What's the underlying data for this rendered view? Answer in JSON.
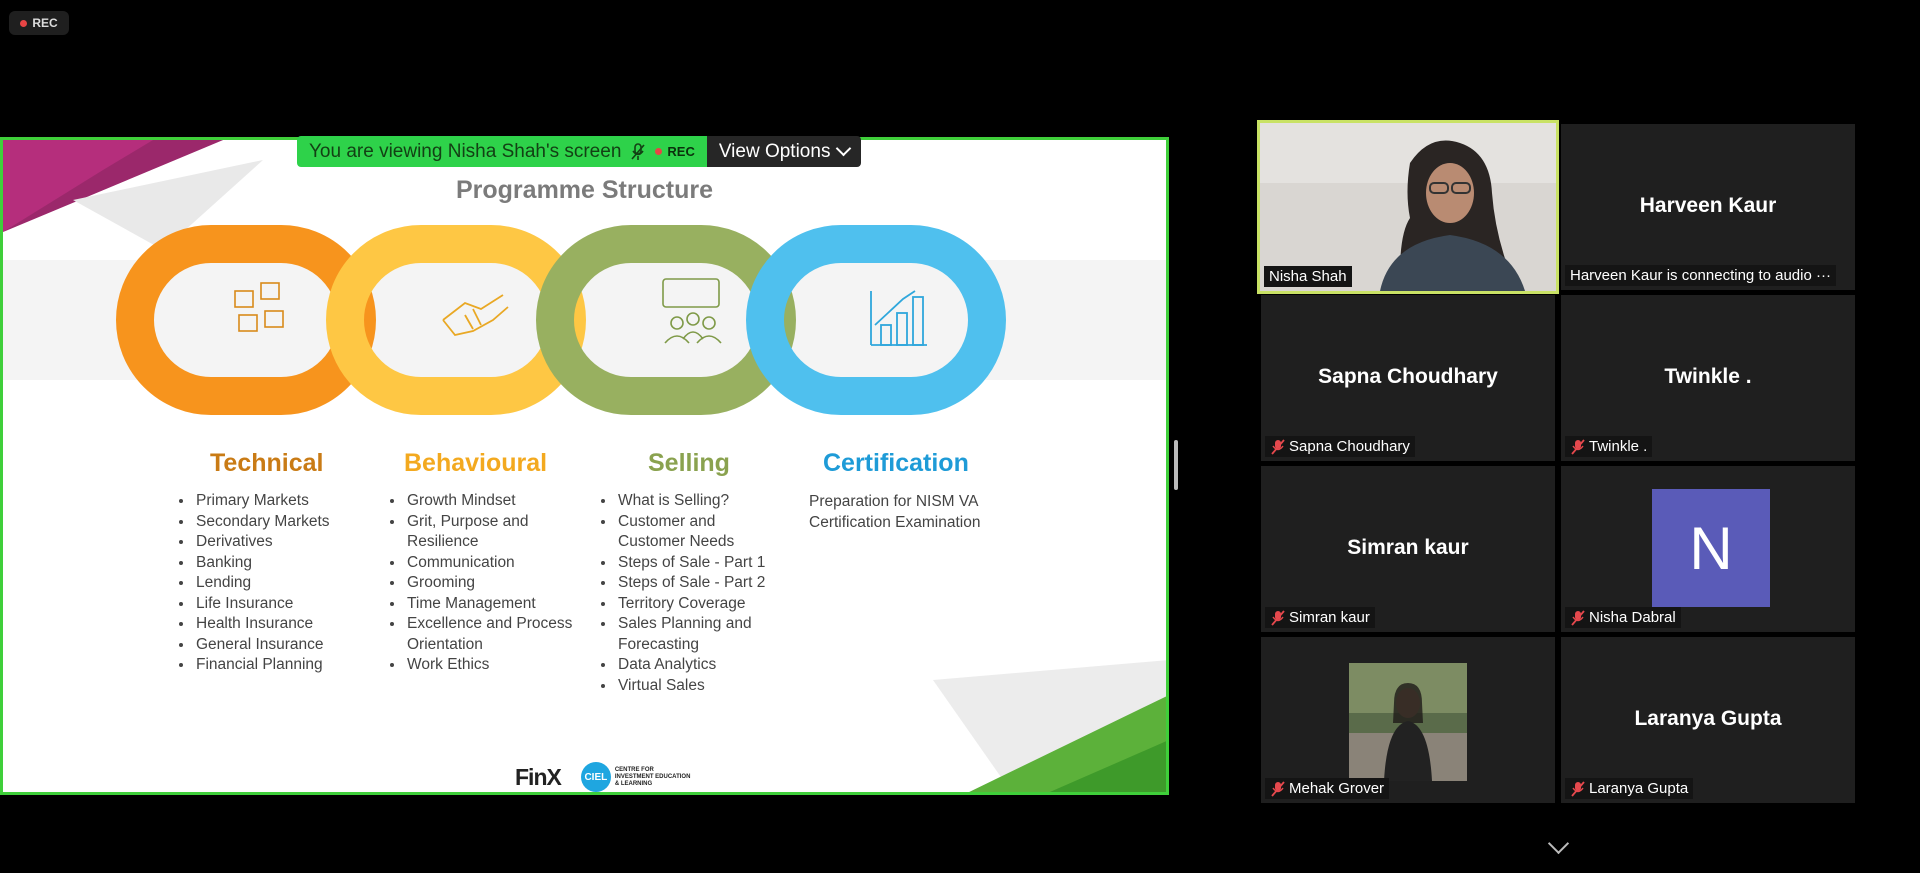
{
  "recording": {
    "label": "REC"
  },
  "share_bar": {
    "viewing_text": "You are viewing Nisha Shah's screen",
    "rec_label": "REC",
    "view_options": "View Options"
  },
  "slide": {
    "title": "Programme Structure",
    "columns": [
      {
        "heading": "Technical",
        "color": "#c97b15",
        "items": [
          "Primary Markets",
          "Secondary Markets",
          "Derivatives",
          "Banking",
          "Lending",
          "Life Insurance",
          "Health Insurance",
          "General Insurance",
          "Financial Planning"
        ]
      },
      {
        "heading": "Behavioural",
        "color": "#f3a91f",
        "items": [
          "Growth Mindset",
          "Grit, Purpose and Resilience",
          "Communication",
          "Grooming",
          "Time Management",
          "Excellence and Process Orientation",
          "Work Ethics"
        ]
      },
      {
        "heading": "Selling",
        "color": "#8aa24f",
        "items": [
          "What is Selling?",
          "Customer and Customer Needs",
          "Steps of Sale - Part 1",
          "Steps of Sale - Part 2",
          "Territory Coverage",
          "Sales Planning and Forecasting",
          "Data Analytics",
          "Virtual Sales"
        ]
      },
      {
        "heading": "Certification",
        "color": "#1e9bd7",
        "text": "Preparation for NISM VA Certification Examination"
      }
    ],
    "chain_colors": [
      "#f7941d",
      "#fec744",
      "#98b060",
      "#4fc0ee"
    ],
    "logo_finx": "FinX",
    "logo_ciel_mark": "CIEL",
    "logo_ciel_text": "CENTRE FOR INVESTMENT EDUCATION & LEARNING"
  },
  "participants": [
    {
      "name": "Nisha Shah",
      "type": "video",
      "active": true,
      "muted": false
    },
    {
      "name": "Harveen Kaur",
      "label": "Harveen Kaur is connecting to audio ···",
      "type": "name",
      "muted": false
    },
    {
      "name": "Sapna Choudhary",
      "type": "name",
      "muted": true
    },
    {
      "name": "Twinkle .",
      "type": "name",
      "muted": true
    },
    {
      "name": "Simran kaur",
      "type": "name",
      "muted": true
    },
    {
      "name": "Nisha Dabral",
      "type": "avatar",
      "initial": "N",
      "muted": true
    },
    {
      "name": "Mehak Grover",
      "type": "photo",
      "muted": true
    },
    {
      "name": "Laranya Gupta",
      "type": "name",
      "muted": true
    }
  ]
}
